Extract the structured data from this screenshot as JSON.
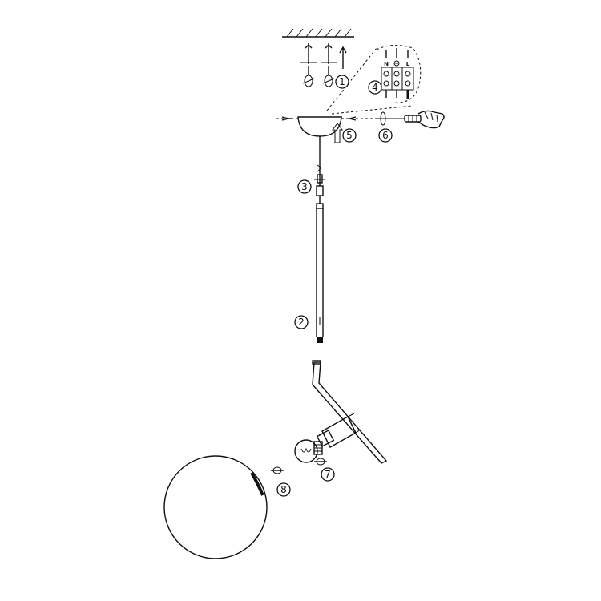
{
  "steps": [
    {
      "id": 1,
      "label": "1"
    },
    {
      "id": 2,
      "label": "2"
    },
    {
      "id": 3,
      "label": "3"
    },
    {
      "id": 4,
      "label": "4"
    },
    {
      "id": 5,
      "label": "5"
    },
    {
      "id": 6,
      "label": "6"
    },
    {
      "id": 7,
      "label": "7"
    },
    {
      "id": 8,
      "label": "8"
    }
  ],
  "terminal_block": {
    "labels": [
      "N",
      "L"
    ]
  }
}
